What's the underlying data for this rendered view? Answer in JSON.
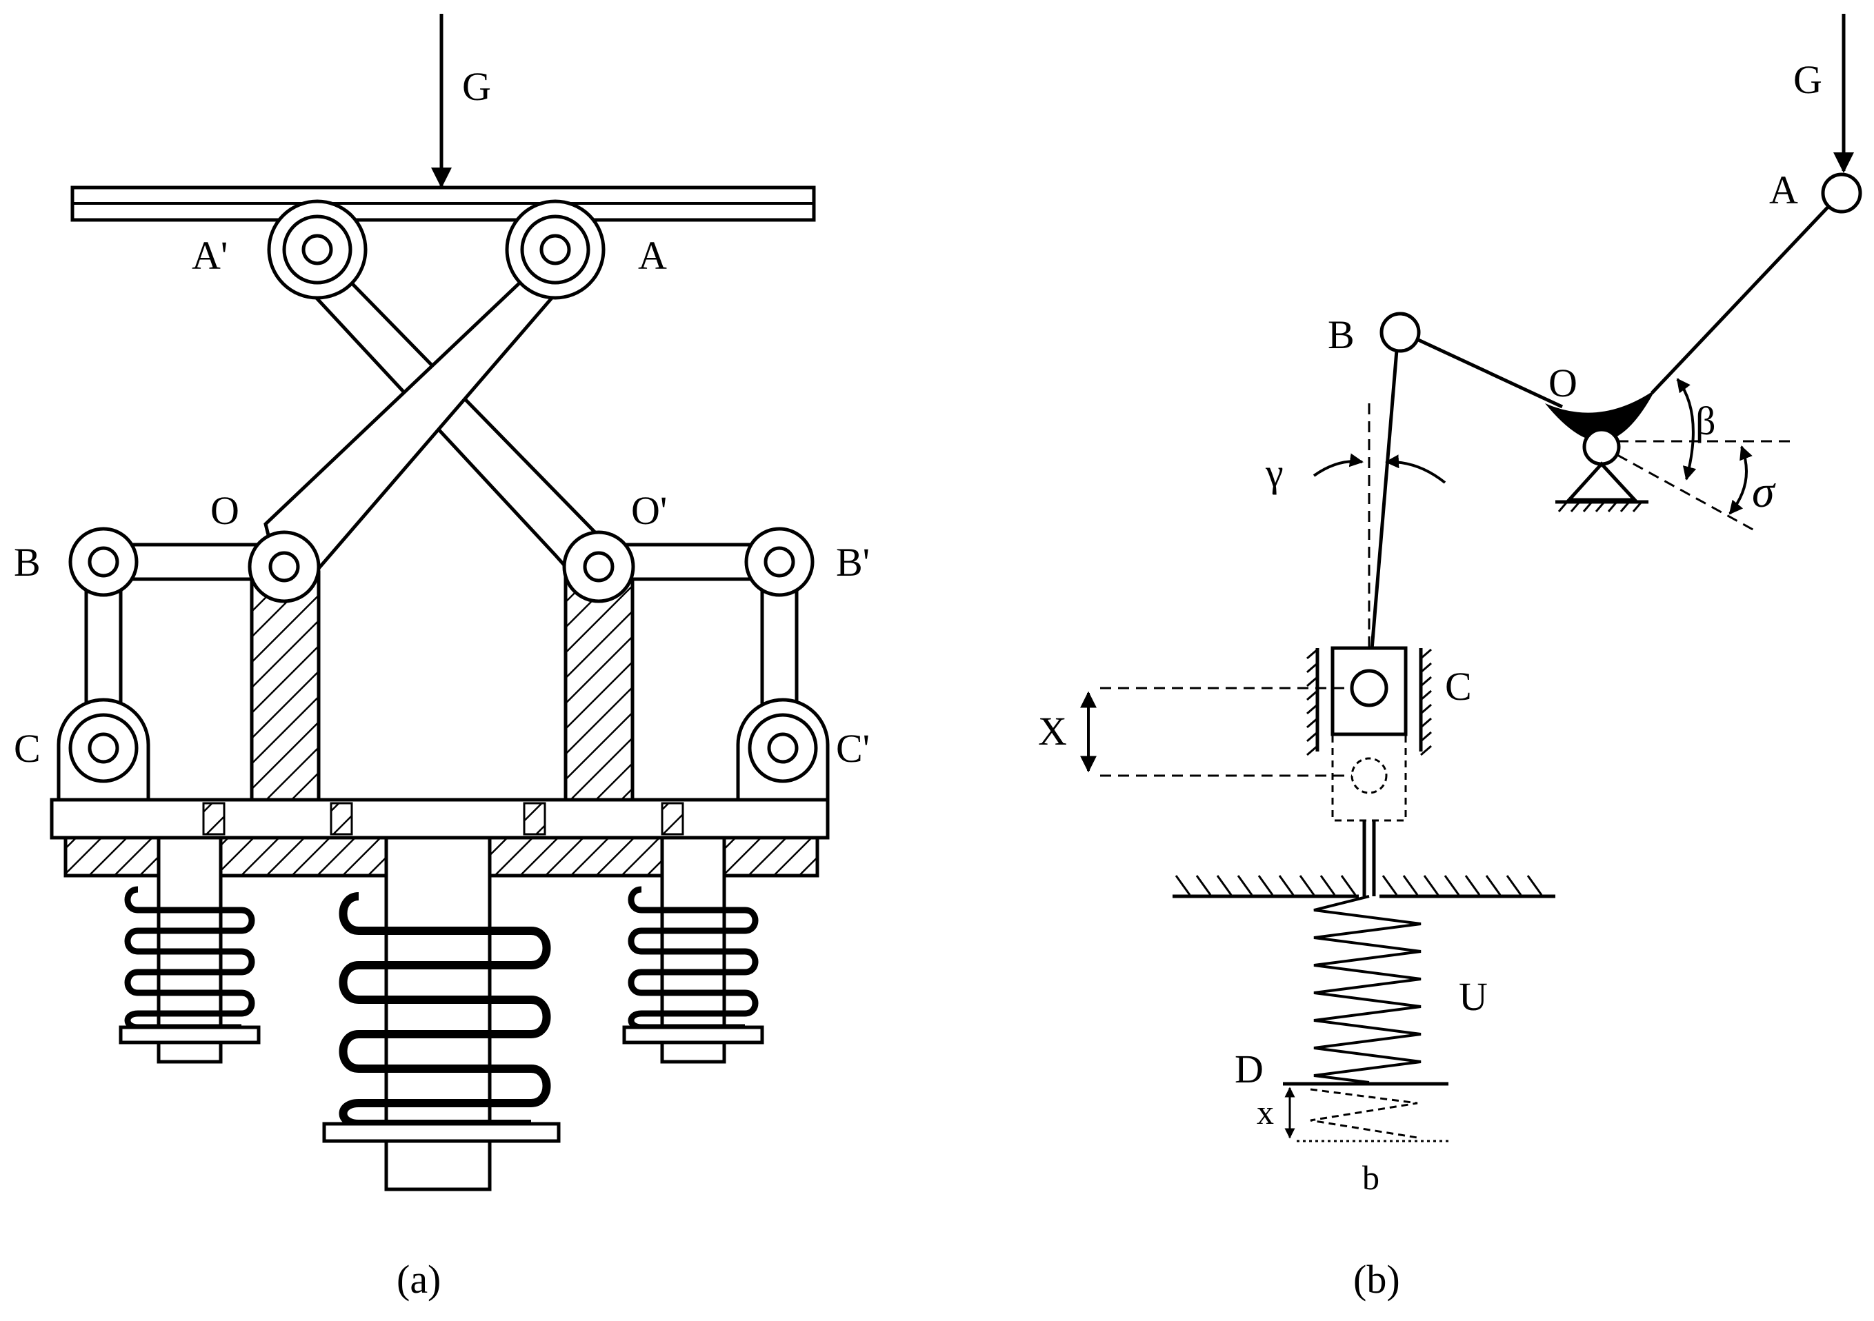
{
  "panel_a": {
    "caption": "(a)",
    "labels": {
      "G": "G",
      "A_prime": "A'",
      "A": "A",
      "O": "O",
      "O_prime": "O'",
      "B": "B",
      "B_prime": "B'",
      "C": "C",
      "C_prime": "C'"
    }
  },
  "panel_b": {
    "caption": "(b)",
    "labels": {
      "G": "G",
      "A": "A",
      "B": "B",
      "O": "O",
      "beta": "β",
      "sigma": "σ",
      "gamma": "γ",
      "C": "C",
      "X_upper": "X",
      "U": "U",
      "D": "D",
      "x_lower": "x",
      "b": "b"
    }
  },
  "colors": {
    "ink": "#000000",
    "background": "#ffffff"
  }
}
